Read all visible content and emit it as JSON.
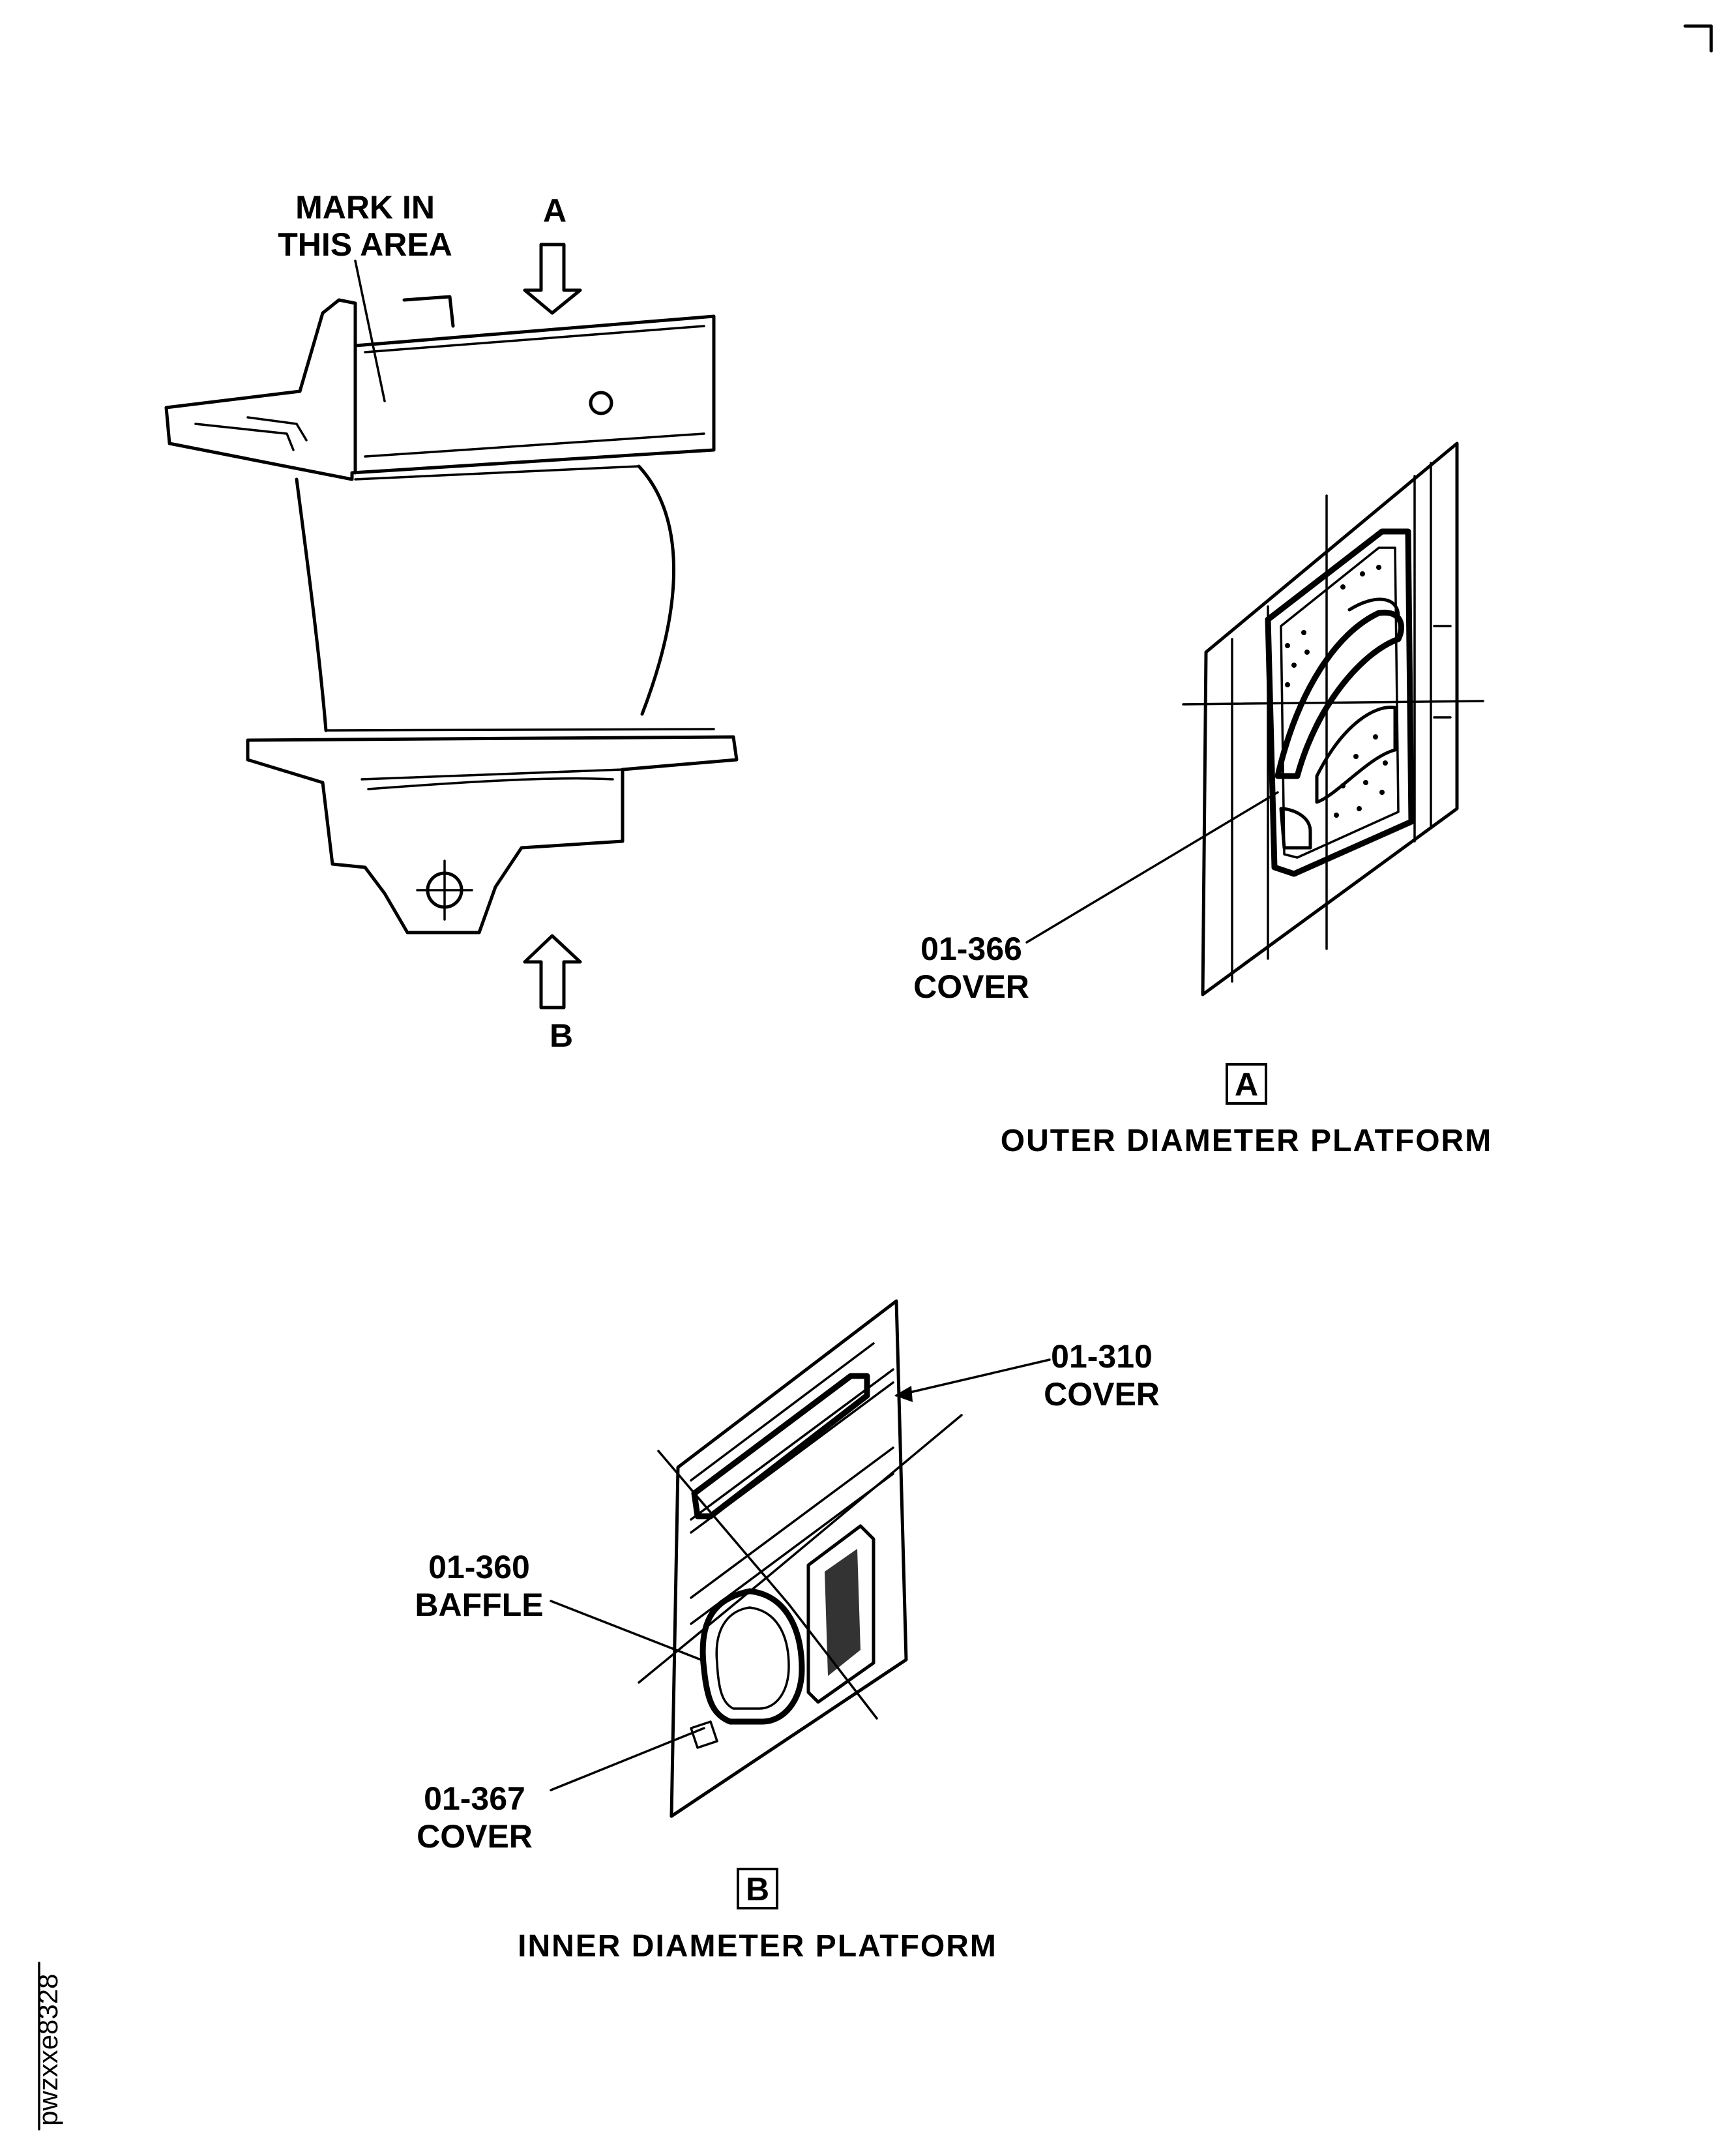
{
  "figure": {
    "callouts": {
      "mark_area_line1": "MARK IN",
      "mark_area_line2": "THIS AREA",
      "arrow_a_label": "A",
      "arrow_b_label": "B"
    },
    "view_a": {
      "part_number": "01-366",
      "part_name": "COVER",
      "box_letter": "A",
      "caption": "OUTER DIAMETER PLATFORM"
    },
    "view_b": {
      "top_part_number": "01-310",
      "top_part_name": "COVER",
      "baffle_part_number": "01-360",
      "baffle_part_name": "BAFFLE",
      "bottom_part_number": "01-367",
      "bottom_part_name": "COVER",
      "box_letter": "B",
      "caption": "INNER DIAMETER PLATFORM"
    },
    "side_id": "pwzxxe8328"
  }
}
